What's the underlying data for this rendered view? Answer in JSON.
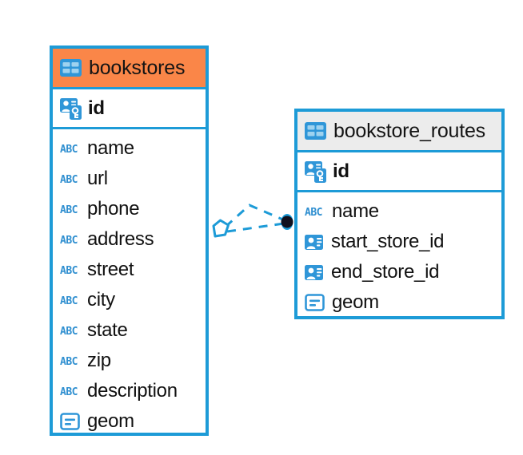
{
  "diagram": {
    "type": "entity-relationship-diagram",
    "background_color": "#ffffff",
    "accent_color": "#1d9bd7",
    "highlight_color": "#fa8648",
    "neutral_header_color": "#ececec"
  },
  "entities": [
    {
      "name": "bookstores",
      "header_color": "#fa8648",
      "table_icon": "table-icon",
      "primary_key": {
        "label": "id",
        "icon": "primary-key-icon"
      },
      "fields": [
        {
          "label": "name",
          "icon": "abc-text-icon"
        },
        {
          "label": "url",
          "icon": "abc-text-icon"
        },
        {
          "label": "phone",
          "icon": "abc-text-icon"
        },
        {
          "label": "address",
          "icon": "abc-text-icon"
        },
        {
          "label": "street",
          "icon": "abc-text-icon"
        },
        {
          "label": "city",
          "icon": "abc-text-icon"
        },
        {
          "label": "state",
          "icon": "abc-text-icon"
        },
        {
          "label": "zip",
          "icon": "abc-text-icon"
        },
        {
          "label": "description",
          "icon": "abc-text-icon"
        },
        {
          "label": "geom",
          "icon": "geometry-icon"
        }
      ]
    },
    {
      "name": "bookstore_routes",
      "header_color": "#ececec",
      "table_icon": "table-icon",
      "primary_key": {
        "label": "id",
        "icon": "primary-key-icon"
      },
      "fields": [
        {
          "label": "name",
          "icon": "abc-text-icon"
        },
        {
          "label": "start_store_id",
          "icon": "foreign-key-icon"
        },
        {
          "label": "end_store_id",
          "icon": "foreign-key-icon"
        },
        {
          "label": "geom",
          "icon": "geometry-icon"
        }
      ]
    }
  ],
  "relationship": {
    "from_entity": "bookstores",
    "to_entity": "bookstore_routes",
    "line_style": "dashed",
    "line_color": "#1d9bd7",
    "source_marker": "diamond-polygon-marker",
    "target_marker": "filled-circle-marker",
    "target_marker_color": "#0d0d1a"
  }
}
